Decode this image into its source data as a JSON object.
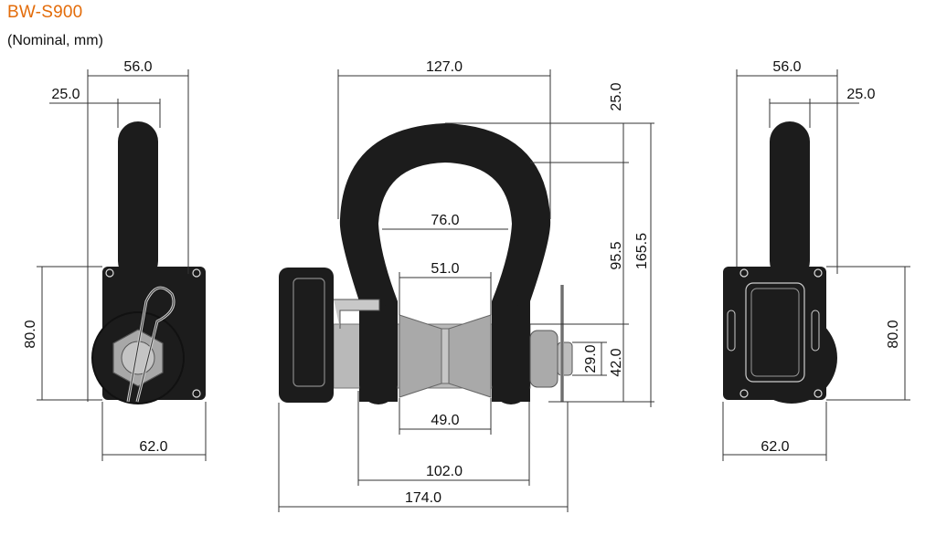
{
  "header": {
    "model": "BW-S900",
    "units_note": "(Nominal, mm)"
  },
  "colors": {
    "title": "#e36c0a",
    "body": "#1c1c1c",
    "steel": "#b9b9b9",
    "dim_line": "#333333"
  },
  "views": {
    "left_side": {
      "overall_width": "56.0",
      "pin_width": "25.0",
      "body_height": "80.0",
      "base_width": "62.0"
    },
    "front": {
      "shackle_width": "127.0",
      "inner_width": "76.0",
      "pin_spacing": "51.0",
      "pin_bottom": "49.0",
      "bow_thickness": "25.0",
      "inner_height": "95.5",
      "total_height": "165.5",
      "pin_diameter": "29.0",
      "eye_height": "42.0",
      "bolt_length": "102.0",
      "total_length": "174.0"
    },
    "right_side": {
      "overall_width": "56.0",
      "pin_width": "25.0",
      "body_height": "80.0",
      "base_width": "62.0"
    }
  }
}
